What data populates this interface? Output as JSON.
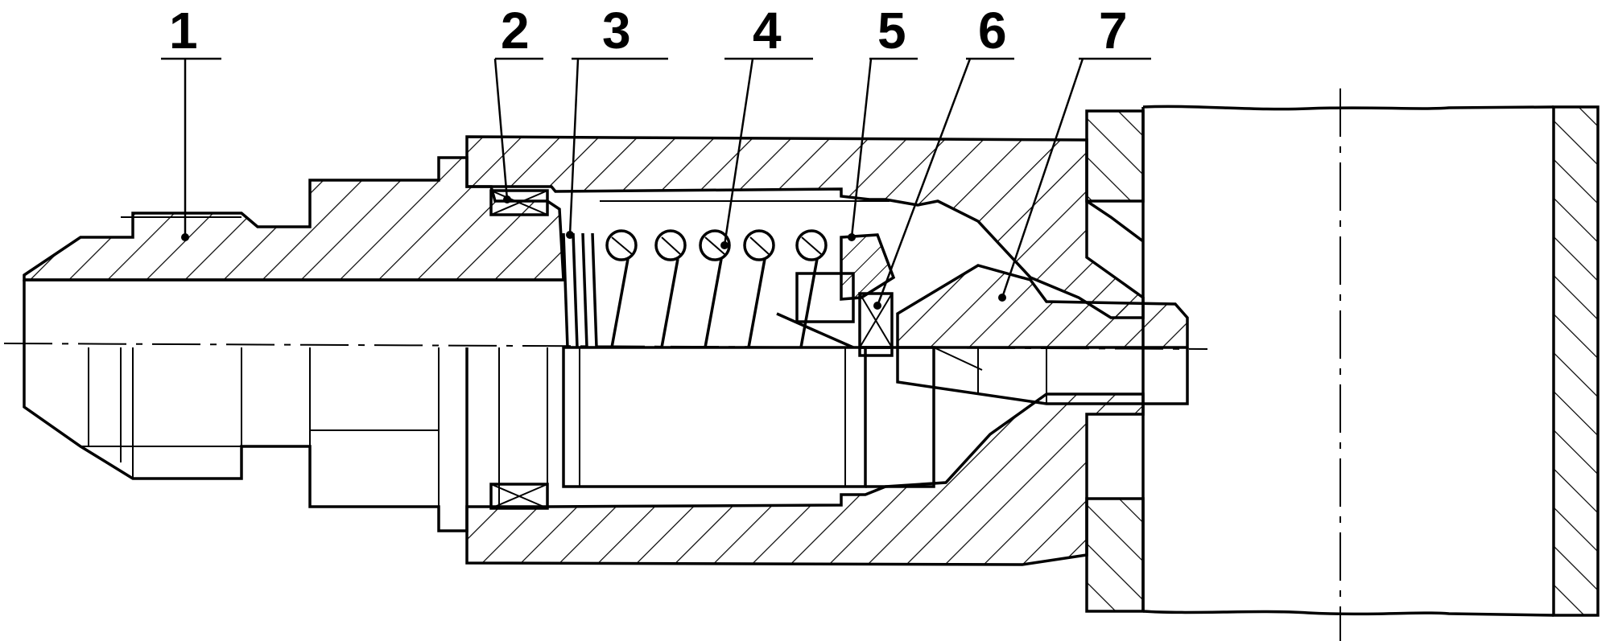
{
  "diagram": {
    "type": "engineering-section-drawing",
    "callouts": [
      {
        "id": "1",
        "label": "1"
      },
      {
        "id": "2",
        "label": "2"
      },
      {
        "id": "3",
        "label": "3"
      },
      {
        "id": "4",
        "label": "4"
      },
      {
        "id": "5",
        "label": "5"
      },
      {
        "id": "6",
        "label": "6"
      },
      {
        "id": "7",
        "label": "7"
      }
    ]
  }
}
